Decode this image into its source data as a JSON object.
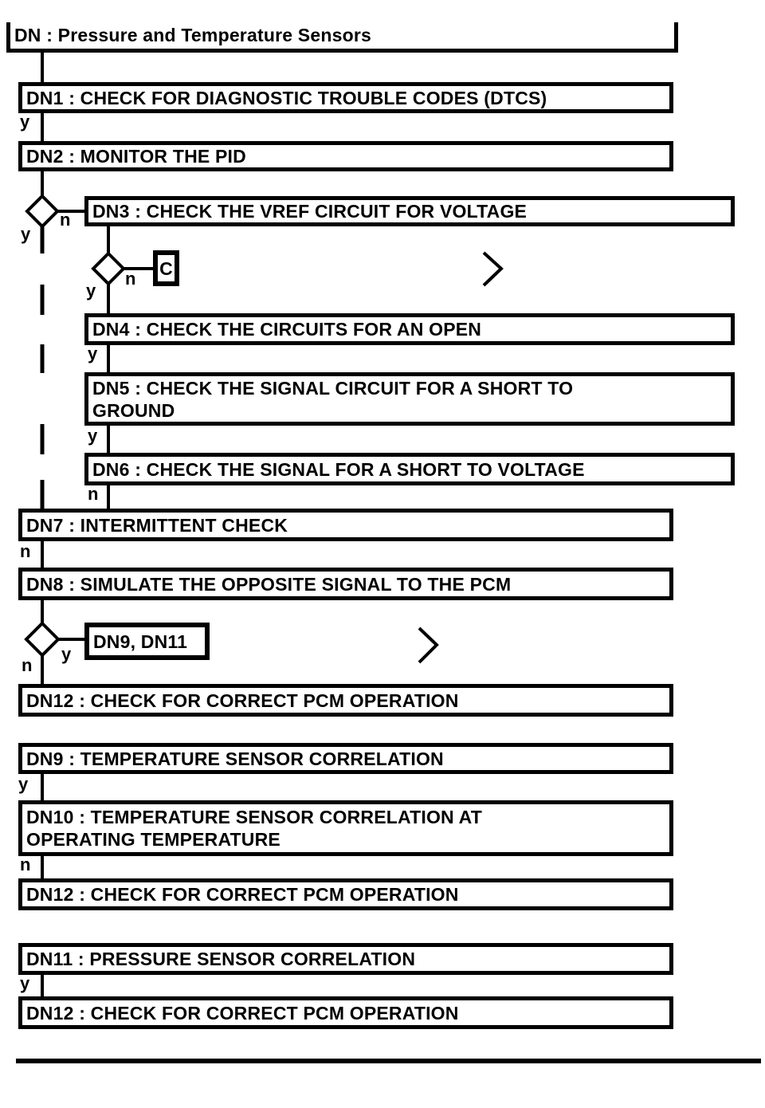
{
  "page": {
    "background": "#ffffff",
    "ink": "#000000"
  },
  "flowchart": {
    "title": "DN : Pressure and Temperature Sensors",
    "nodes": {
      "dn1": "DN1 : CHECK FOR DIAGNOSTIC TROUBLE CODES (DTCS)",
      "dn2": "DN2 : MONITOR THE PID",
      "dn3": "DN3 : CHECK THE VREF CIRCUIT FOR VOLTAGE",
      "dn4": "DN4 : CHECK THE CIRCUITS FOR AN OPEN",
      "dn5": "DN5 : CHECK THE SIGNAL CIRCUIT FOR A SHORT TO\nGROUND",
      "dn6": "DN6 : CHECK THE SIGNAL FOR A SHORT TO VOLTAGE",
      "dn7": "DN7 : INTERMITTENT CHECK",
      "dn8": "DN8 : SIMULATE THE OPPOSITE SIGNAL TO THE PCM",
      "dn12_first": "DN12 : CHECK FOR CORRECT PCM OPERATION",
      "dn9": "DN9 : TEMPERATURE SENSOR CORRELATION",
      "dn10": "DN10 : TEMPERATURE SENSOR CORRELATION AT\nOPERATING TEMPERATURE",
      "dn12_second": "DN12 : CHECK FOR CORRECT PCM OPERATION",
      "dn11": "DN11 : PRESSURE SENSOR CORRELATION",
      "dn12_third": "DN12 : CHECK FOR CORRECT PCM OPERATION"
    },
    "references": {
      "offpage_connector": "C",
      "jump_targets": "DN9, DN11"
    },
    "branch_labels": {
      "yes": "y",
      "no": "n"
    }
  }
}
